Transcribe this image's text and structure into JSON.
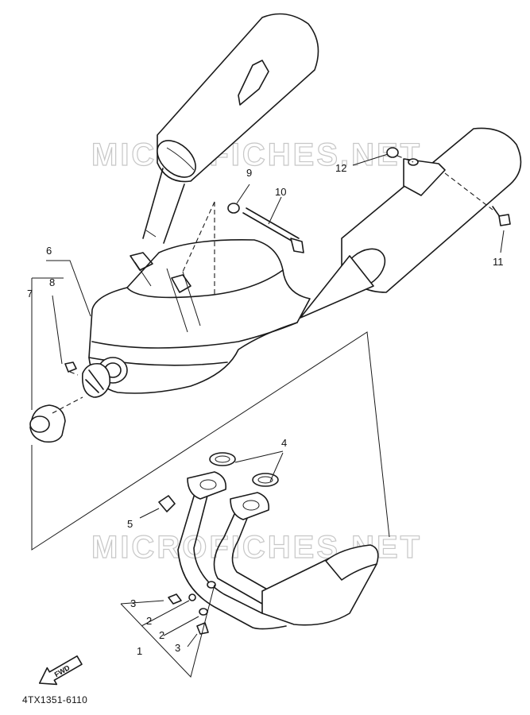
{
  "watermarks": [
    "MICROFICHES.NET",
    "MICROFICHES.NET"
  ],
  "direction_label": "FWD",
  "diagram_code": "4TX1351-6110",
  "callouts": [
    "1",
    "2",
    "2",
    "3",
    "3",
    "4",
    "5",
    "6",
    "7",
    "8",
    "9",
    "10",
    "11",
    "12"
  ]
}
